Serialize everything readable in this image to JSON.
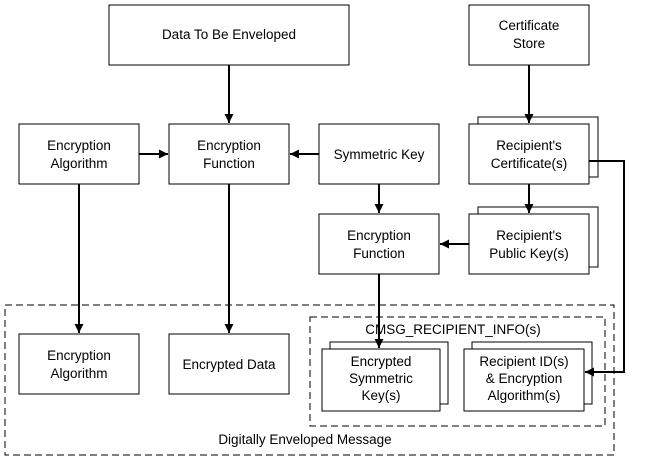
{
  "diagram": {
    "nodes": {
      "data_to_be_enveloped": {
        "lines": [
          "Data To Be Enveloped"
        ]
      },
      "certificate_store": {
        "lines": [
          "Certificate",
          "Store"
        ]
      },
      "encryption_algorithm_top": {
        "lines": [
          "Encryption",
          "Algorithm"
        ]
      },
      "encryption_function_top": {
        "lines": [
          "Encryption",
          "Function"
        ]
      },
      "symmetric_key": {
        "lines": [
          "Symmetric Key"
        ]
      },
      "recipients_certificates": {
        "lines": [
          "Recipient's",
          "Certificate(s)"
        ]
      },
      "encryption_function_mid": {
        "lines": [
          "Encryption",
          "Function"
        ]
      },
      "recipients_public_keys": {
        "lines": [
          "Recipient's",
          "Public Key(s)"
        ]
      },
      "encryption_algorithm_bottom": {
        "lines": [
          "Encryption",
          "Algorithm"
        ]
      },
      "encrypted_data": {
        "lines": [
          "Encrypted Data"
        ]
      },
      "encrypted_symmetric_keys": {
        "lines": [
          "Encrypted",
          "Symmetric",
          "Key(s)"
        ]
      },
      "recipient_id_encryption_algorithms": {
        "lines": [
          "Recipient ID(s)",
          "& Encryption",
          "Algorithm(s)"
        ]
      }
    },
    "groups": {
      "cmsg_recipient_info": {
        "label": "CMSG_RECIPIENT_INFO(s)"
      },
      "digitally_enveloped_message": {
        "label": "Digitally Enveloped Message"
      }
    }
  }
}
